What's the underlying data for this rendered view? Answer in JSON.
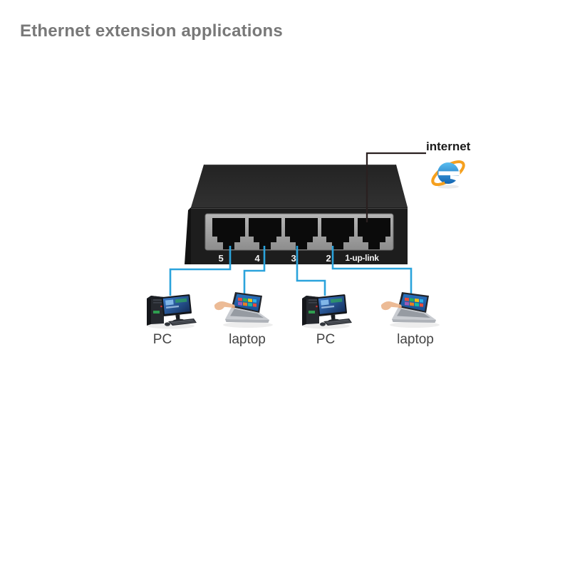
{
  "title": {
    "text": "Ethernet extension applications"
  },
  "internet": {
    "label": "internet",
    "icon": "internet-explorer-icon"
  },
  "switch": {
    "name": "5-port ethernet switch",
    "ports": [
      {
        "label": "5"
      },
      {
        "label": "4"
      },
      {
        "label": "3"
      },
      {
        "label": "2"
      },
      {
        "label": "1-up-link"
      }
    ]
  },
  "devices": [
    {
      "label": "PC",
      "icon": "desktop-pc-icon"
    },
    {
      "label": "laptop",
      "icon": "laptop-icon"
    },
    {
      "label": "PC",
      "icon": "desktop-pc-icon"
    },
    {
      "label": "laptop",
      "icon": "laptop-icon"
    }
  ],
  "connections": [
    {
      "from_port": "5",
      "to_device": "PC"
    },
    {
      "from_port": "4",
      "to_device": "laptop"
    },
    {
      "from_port": "3",
      "to_device": "PC"
    },
    {
      "from_port": "2",
      "to_device": "laptop"
    },
    {
      "from_port": "1-up-link",
      "to_device": "internet"
    }
  ],
  "colors": {
    "cable": "#2BA3DC",
    "uplink_cable": "#2A2020",
    "switch_body": "#1E1E1E",
    "port_panel": "#9D9D9D",
    "port_opening": "#0B0B0B",
    "ie_blue": "#1B7FD4",
    "ie_orange": "#F5A01E",
    "title_text": "#787878",
    "device_label_text": "#454545"
  }
}
